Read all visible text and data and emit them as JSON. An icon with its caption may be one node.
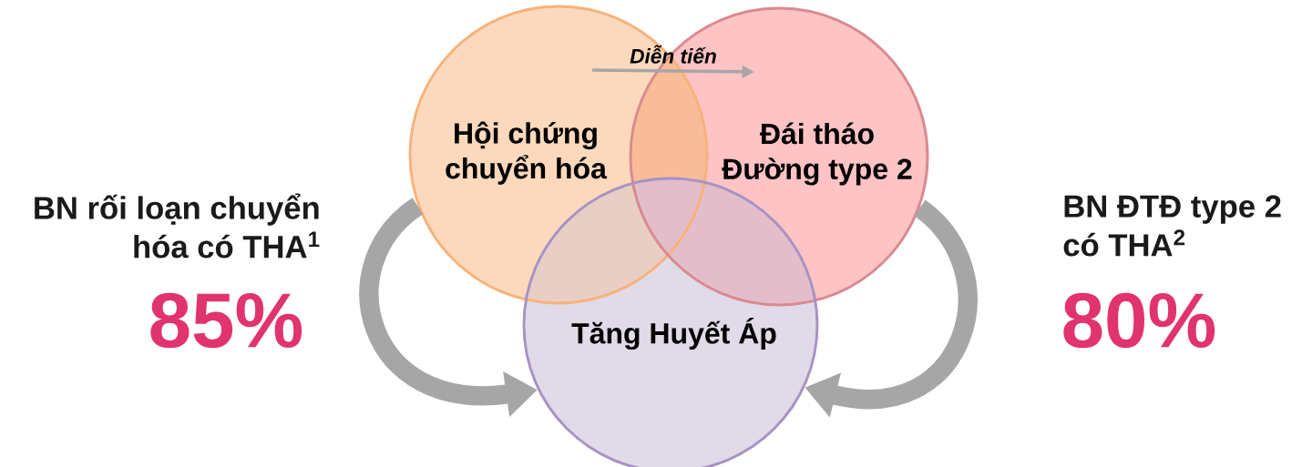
{
  "diagram": {
    "nodes": [
      {
        "text": [
          "Hội chứng chuyển hóa"
        ]
      },
      {
        "text": [
          "Đái tháo Đường type 2"
        ]
      },
      {
        "text": [
          "Tăng Huyết Áp"
        ]
      }
    ],
    "edges": [
      {
        "from": 0,
        "to": 1,
        "arrow": "to",
        "label": "Diễn tiến"
      },
      {
        "from": 0,
        "to": 2,
        "arrow": "to"
      },
      {
        "from": 1,
        "to": 2,
        "arrow": "to"
      }
    ],
    "labels": [
      "BN rối loạn chuyển hóa có THA$^{1}$",
      "85%",
      "BN ĐTĐ type 2 có THA$^{2}$",
      "80%"
    ]
  }
}
